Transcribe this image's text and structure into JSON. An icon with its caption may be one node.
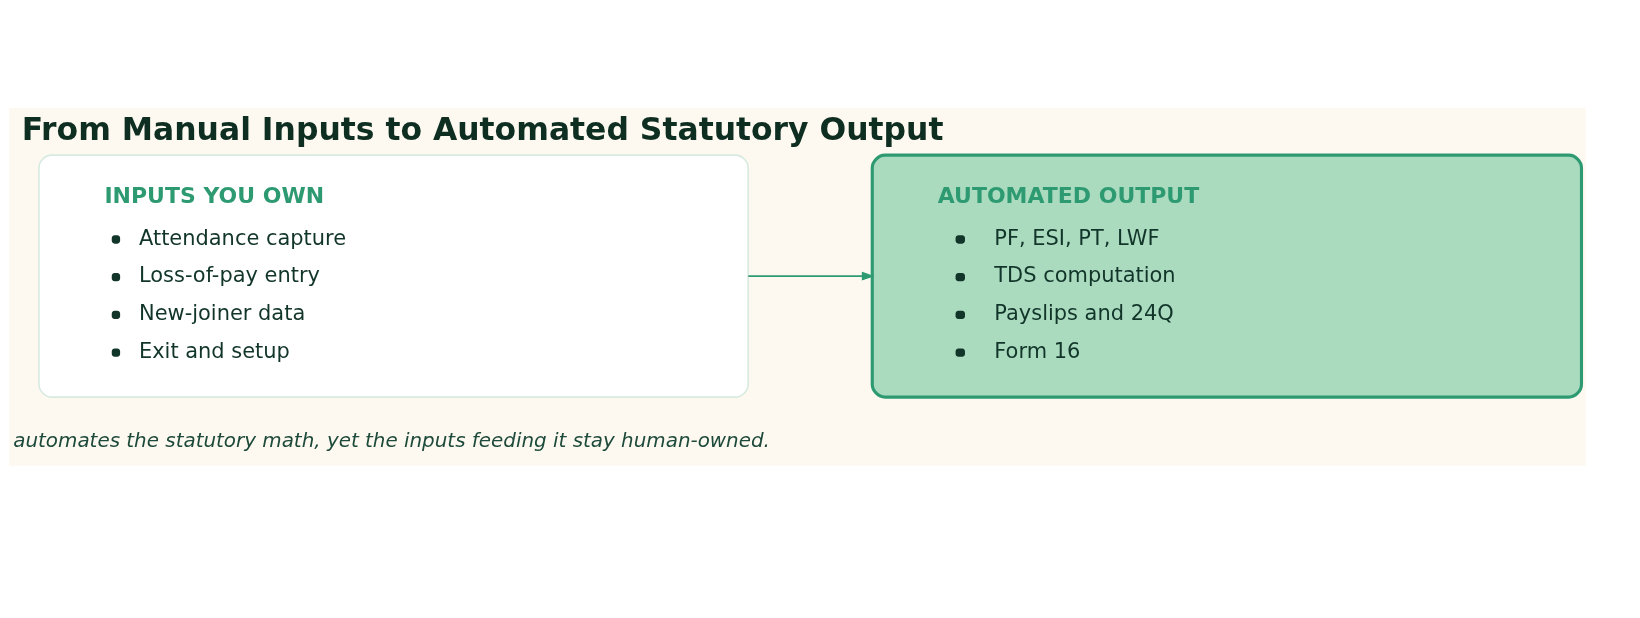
{
  "diagram": {
    "title": "From Manual Inputs to Automated Statutory Output",
    "caption": "automates the statutory math, yet the inputs feeding it stay human-owned.",
    "nodes": [
      {
        "text": [
          "INPUTS YOU OWN",
          "Attendance capture",
          "Loss-of-pay entry",
          "New-joiner data",
          "Exit and setup"
        ]
      },
      {
        "text": [
          "AUTOMATED OUTPUT",
          "PF, ESI, PT, LWF",
          "TDS computation",
          "Payslips and 24Q",
          "Form 16"
        ]
      }
    ],
    "edges": [
      {
        "from": 0,
        "to": 1,
        "arrow": "to"
      }
    ]
  }
}
